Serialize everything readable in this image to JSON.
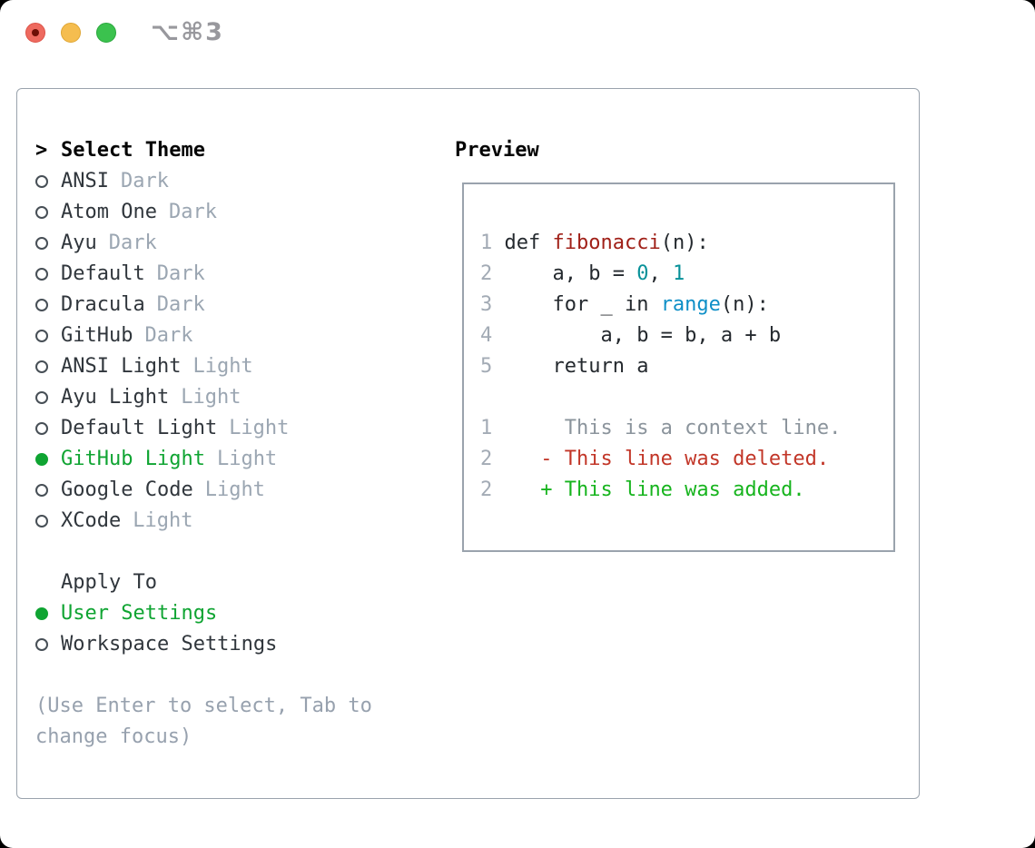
{
  "window": {
    "title": "⌥⌘3"
  },
  "colors": {
    "green": "#0fa432",
    "added": "#17b41e",
    "deleted": "#c23628",
    "func": "#a02018",
    "number": "#089199",
    "builtin": "#0e8fc7",
    "code": "#24292e",
    "lineno": "#a3abb5",
    "context": "#8b949c",
    "mutedTag": "#9ba6b2",
    "item": "#30363c",
    "hint": "#97a1ae",
    "border": "#9aa3ad"
  },
  "theme_panel": {
    "header_marker": ">",
    "header_label": "Select Theme",
    "themes": [
      {
        "name": "ANSI",
        "tag": "Dark",
        "selected": false
      },
      {
        "name": "Atom One",
        "tag": "Dark",
        "selected": false
      },
      {
        "name": "Ayu",
        "tag": "Dark",
        "selected": false
      },
      {
        "name": "Default",
        "tag": "Dark",
        "selected": false
      },
      {
        "name": "Dracula",
        "tag": "Dark",
        "selected": false
      },
      {
        "name": "GitHub",
        "tag": "Dark",
        "selected": false
      },
      {
        "name": "ANSI Light",
        "tag": "Light",
        "selected": false
      },
      {
        "name": "Ayu Light",
        "tag": "Light",
        "selected": false
      },
      {
        "name": "Default Light",
        "tag": "Light",
        "selected": false
      },
      {
        "name": "GitHub Light",
        "tag": "Light",
        "selected": true
      },
      {
        "name": "Google Code",
        "tag": "Light",
        "selected": false
      },
      {
        "name": "XCode",
        "tag": "Light",
        "selected": false
      }
    ],
    "apply_to_label": "Apply To",
    "apply_options": [
      {
        "label": "User Settings",
        "selected": true
      },
      {
        "label": "Workspace Settings",
        "selected": false
      }
    ],
    "hint": "(Use Enter to select, Tab to change focus)"
  },
  "preview": {
    "label": "Preview",
    "lines": [
      {
        "tokens": [
          [
            "ln",
            "1"
          ],
          [
            "code",
            " def "
          ],
          [
            "func",
            "fibonacci"
          ],
          [
            "code",
            "(n):"
          ]
        ]
      },
      {
        "tokens": [
          [
            "ln",
            "2"
          ],
          [
            "code",
            "     a, b = "
          ],
          [
            "number",
            "0"
          ],
          [
            "code",
            ", "
          ],
          [
            "number",
            "1"
          ]
        ]
      },
      {
        "tokens": [
          [
            "ln",
            "3"
          ],
          [
            "code",
            "     for _ in "
          ],
          [
            "builtin",
            "range"
          ],
          [
            "code",
            "(n):"
          ]
        ]
      },
      {
        "tokens": [
          [
            "ln",
            "4"
          ],
          [
            "code",
            "         a, b = b, a + b"
          ]
        ]
      },
      {
        "tokens": [
          [
            "ln",
            "5"
          ],
          [
            "code",
            "     return a"
          ]
        ]
      },
      {
        "tokens": []
      },
      {
        "tokens": [
          [
            "ln",
            "1"
          ],
          [
            "context",
            "      This is a context line."
          ]
        ]
      },
      {
        "tokens": [
          [
            "ln",
            "2"
          ],
          [
            "code",
            "    "
          ],
          [
            "deleted",
            "- This line was deleted."
          ]
        ]
      },
      {
        "tokens": [
          [
            "ln",
            "2"
          ],
          [
            "code",
            "    "
          ],
          [
            "added",
            "+ This line was added."
          ]
        ]
      }
    ]
  }
}
